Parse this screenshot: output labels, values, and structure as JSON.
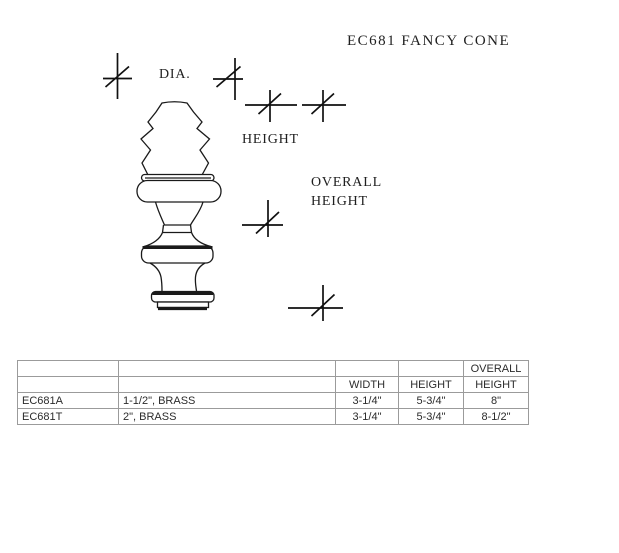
{
  "title": "EC681 FANCY CONE",
  "drawing": {
    "labels": {
      "dia": "DIA.",
      "height": "HEIGHT",
      "overall1": "OVERALL",
      "overall2": "HEIGHT"
    }
  },
  "table": {
    "header_row1": [
      "",
      "",
      "",
      "",
      "OVERALL"
    ],
    "header_row2": [
      "",
      "",
      "WIDTH",
      "HEIGHT",
      "HEIGHT"
    ],
    "rows": [
      [
        "EC681A",
        "1-1/2\", BRASS",
        "3-1/4\"",
        "5-3/4\"",
        "8\""
      ],
      [
        "EC681T",
        "2\", BRASS",
        "3-1/4\"",
        "5-3/4\"",
        "8-1/2\""
      ]
    ]
  },
  "colors": {
    "line": "#1a1a1a",
    "table_border": "#9b9b9b",
    "text": "#2b2b2b",
    "background": "#ffffff"
  }
}
